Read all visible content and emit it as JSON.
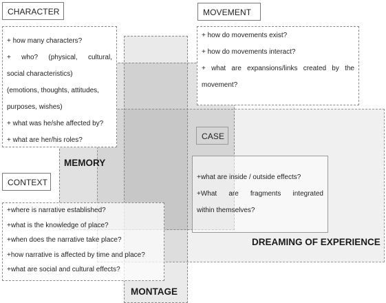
{
  "memory": {
    "label": "MEMORY"
  },
  "montage": {
    "label": "MONTAGE"
  },
  "dreaming": {
    "label": "DREAMING OF EXPERIENCE"
  },
  "character": {
    "title": "CHARACTER",
    "items": [
      "+ how many characters?",
      "+ who? (physical, cultural,",
      "social characteristics)",
      "(emotions, thoughts, attitudes,",
      "purposes, wishes)",
      "+ what was he/she affected by?",
      "+ what are her/his roles?"
    ]
  },
  "movement": {
    "title": "MOVEMENT",
    "items": [
      "+ how do movements exist?",
      "+ how do movements interact?",
      "+ what are expansions/links created by the",
      "movement?"
    ]
  },
  "context": {
    "title": "CONTEXT",
    "items": [
      "+where is narrative established?",
      "+what is the knowledge of place?",
      "+when does the narrative take place?",
      "+how narrative is affected by time and place?",
      "+what are social and cultural effects?"
    ]
  },
  "case": {
    "title": "CASE",
    "items": [
      "+what are inside / outside effects?",
      "+What are fragments integrated",
      "within themselves?"
    ]
  }
}
